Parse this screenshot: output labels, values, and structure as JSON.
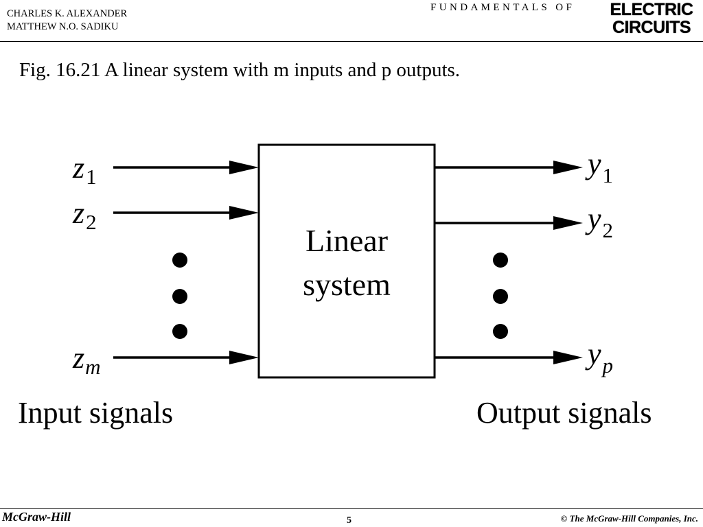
{
  "header": {
    "author_line_1": "CHARLES K. ALEXANDER",
    "author_line_2": "MATTHEW N.O. SADIKU",
    "series": "FUNDAMENTALS OF",
    "brand_line_1": "ELECTRIC",
    "brand_line_2": "CIRCUITS"
  },
  "figure": {
    "title": "Fig. 16.21 A linear system with m inputs and p outputs.",
    "block_line_1": "Linear",
    "block_line_2": "system",
    "inputs": [
      {
        "base": "z",
        "sub": "1"
      },
      {
        "base": "z",
        "sub": "2"
      },
      {
        "base": "z",
        "sub": "m"
      }
    ],
    "outputs": [
      {
        "base": "y",
        "sub": "1"
      },
      {
        "base": "y",
        "sub": "2"
      },
      {
        "base": "y",
        "sub": "p"
      }
    ],
    "input_group_label": "Input signals",
    "output_group_label": "Output signals"
  },
  "footer": {
    "publisher": "McGraw-Hill",
    "page_number": "5",
    "copyright": "© The McGraw-Hill Companies, Inc."
  }
}
